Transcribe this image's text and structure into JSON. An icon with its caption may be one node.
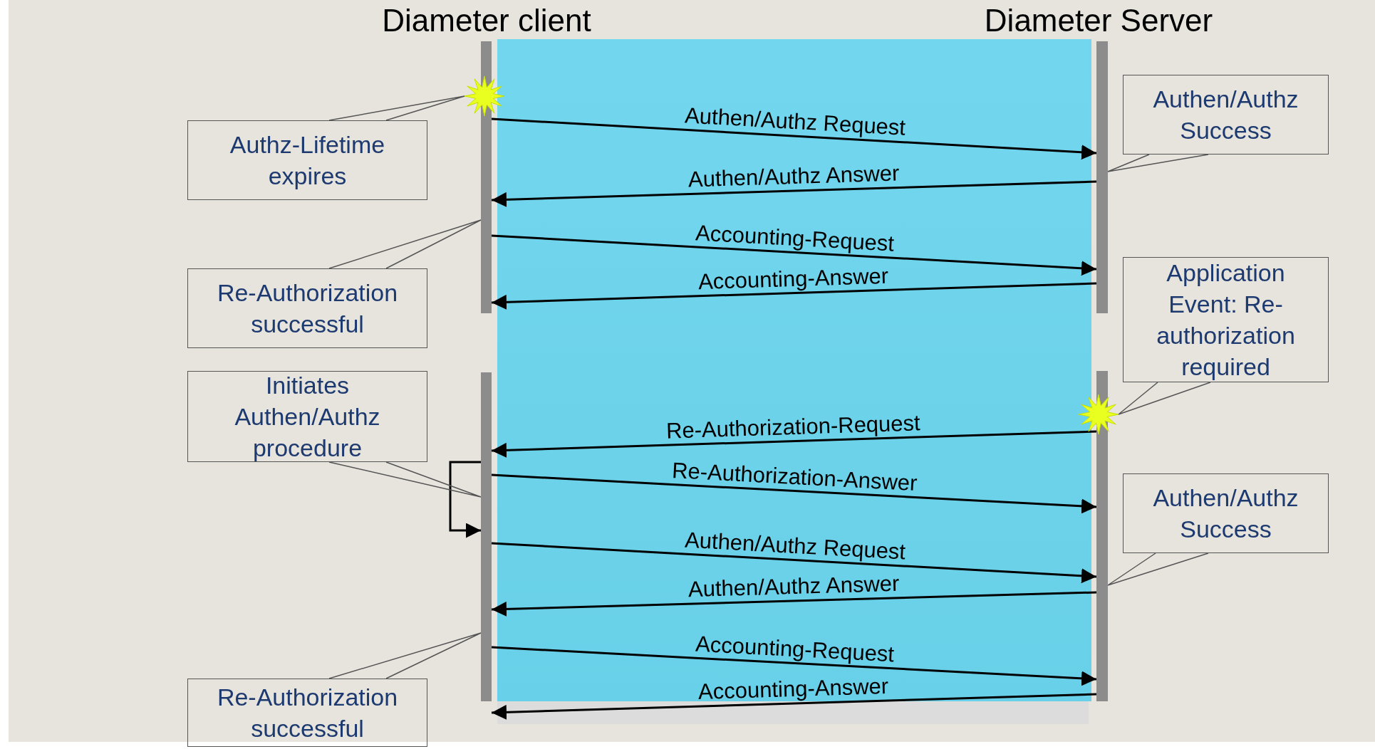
{
  "diagram": {
    "nodes": [
      {
        "text": [
          "Diameter client"
        ]
      },
      {
        "text": [
          "Diameter Server"
        ]
      },
      {
        "text": [],
        "shape": "bar"
      },
      {
        "text": [],
        "shape": "bar"
      },
      {
        "text": [
          "Authz-Lifetime expires"
        ]
      },
      {
        "text": [
          "Re-Authorization successful"
        ]
      },
      {
        "text": [
          "Initiates Authen/Authz procedure"
        ]
      },
      {
        "text": [
          "Re-Authorization successful"
        ]
      },
      {
        "text": [
          "Authen/Authz Success"
        ]
      },
      {
        "text": [
          "Application Event: Re-authorization required"
        ]
      },
      {
        "text": [
          "Authen/Authz Success"
        ]
      },
      {
        "text": [],
        "shape": "star"
      },
      {
        "text": [],
        "shape": "star"
      }
    ],
    "edges": [
      {
        "from": 0,
        "to": 1,
        "arrow": "to",
        "label": "Authen/Authz Request"
      },
      {
        "from": 1,
        "to": 0,
        "arrow": "to",
        "label": "Authen/Authz Answer"
      },
      {
        "from": 0,
        "to": 1,
        "arrow": "to",
        "label": "Accounting-Request"
      },
      {
        "from": 1,
        "to": 0,
        "arrow": "to",
        "label": "Accounting-Answer"
      },
      {
        "from": 3,
        "to": 2,
        "arrow": "to",
        "label": "Re-Authorization-Request"
      },
      {
        "from": 2,
        "to": 3,
        "arrow": "to",
        "label": "Re-Authorization-Answer"
      },
      {
        "from": 2,
        "to": 3,
        "arrow": "to",
        "label": "Authen/Authz Request"
      },
      {
        "from": 3,
        "to": 2,
        "arrow": "to",
        "label": "Authen/Authz Answer"
      },
      {
        "from": 2,
        "to": 3,
        "arrow": "to",
        "label": "Accounting-Request"
      },
      {
        "from": 3,
        "to": 2,
        "arrow": "to",
        "label": "Accounting-Answer"
      },
      {
        "from": 2,
        "to": 2,
        "arrow": "to"
      },
      {
        "from": 4,
        "to": 11,
        "arrow": "none"
      },
      {
        "from": 5,
        "to": 0,
        "arrow": "none"
      },
      {
        "from": 6,
        "to": 2,
        "arrow": "none"
      },
      {
        "from": 7,
        "to": 2,
        "arrow": "none"
      },
      {
        "from": 8,
        "to": 1,
        "arrow": "none"
      },
      {
        "from": 9,
        "to": 12,
        "arrow": "none"
      },
      {
        "from": 10,
        "to": 3,
        "arrow": "none"
      }
    ]
  }
}
